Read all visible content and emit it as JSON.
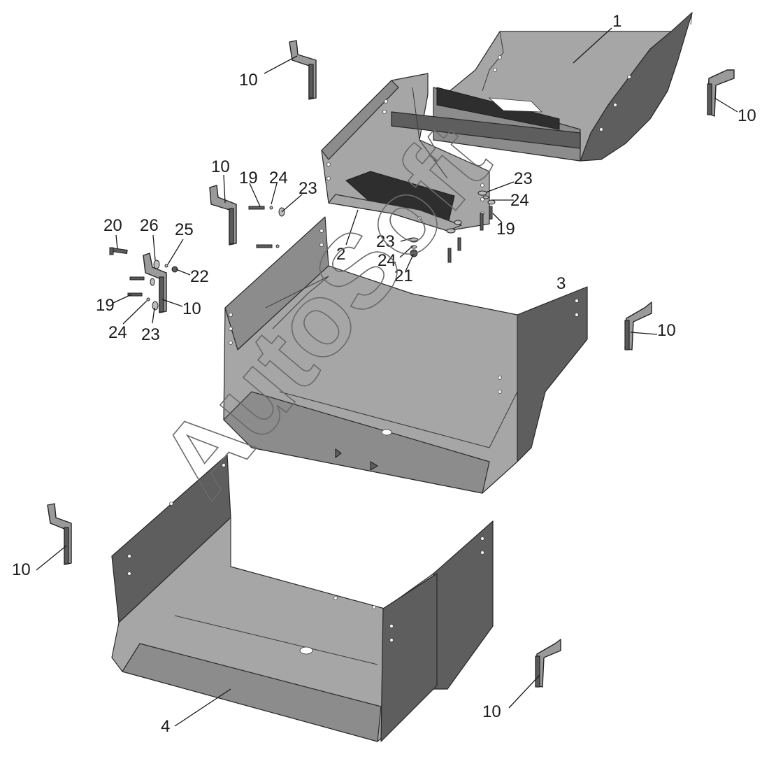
{
  "watermark": "AutoSoft",
  "callouts": {
    "c1": "1",
    "c2": "2",
    "c3": "3",
    "c4": "4",
    "c10": "10",
    "c19": "19",
    "c20": "20",
    "c21": "21",
    "c22": "22",
    "c23": "23",
    "c24": "24",
    "c25": "25",
    "c26": "26"
  }
}
